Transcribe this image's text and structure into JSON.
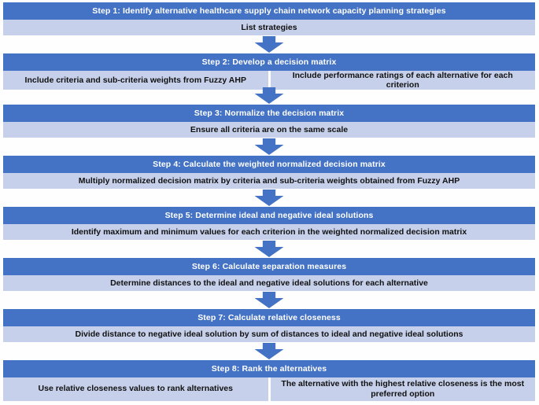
{
  "colors": {
    "header_bg": "#4472C4",
    "subrow_bg": "#C6D0EA",
    "arrow": "#4472C4",
    "page_bg": "#FEFEFE",
    "header_text": "#FFFFFF",
    "subrow_text": "#111111"
  },
  "steps": [
    {
      "title": "Step 1: Identify alternative healthcare supply chain network capacity planning strategies",
      "cells": [
        "List strategies"
      ]
    },
    {
      "title": "Step 2: Develop a decision matrix",
      "cells": [
        "Include criteria and sub-criteria weights from Fuzzy AHP",
        "Include performance ratings of each alternative for each criterion"
      ]
    },
    {
      "title": "Step 3: Normalize the decision matrix",
      "cells": [
        "Ensure all criteria are on the same scale"
      ]
    },
    {
      "title": "Step 4: Calculate the weighted normalized decision matrix",
      "cells": [
        "Multiply normalized decision matrix by criteria and sub-criteria weights obtained from Fuzzy AHP"
      ]
    },
    {
      "title": "Step 5: Determine ideal and negative ideal solutions",
      "cells": [
        "Identify maximum and minimum values for each criterion in the weighted normalized decision matrix"
      ]
    },
    {
      "title": "Step 6: Calculate separation measures",
      "cells": [
        "Determine distances to the ideal and negative ideal solutions for each alternative"
      ]
    },
    {
      "title": "Step 7: Calculate relative closeness",
      "cells": [
        "Divide distance to negative ideal solution by sum of distances to ideal and negative ideal solutions"
      ]
    },
    {
      "title": "Step 8: Rank the alternatives",
      "cells": [
        "Use relative closeness values to rank alternatives",
        "The alternative with the highest relative closeness is the most preferred option"
      ]
    }
  ]
}
